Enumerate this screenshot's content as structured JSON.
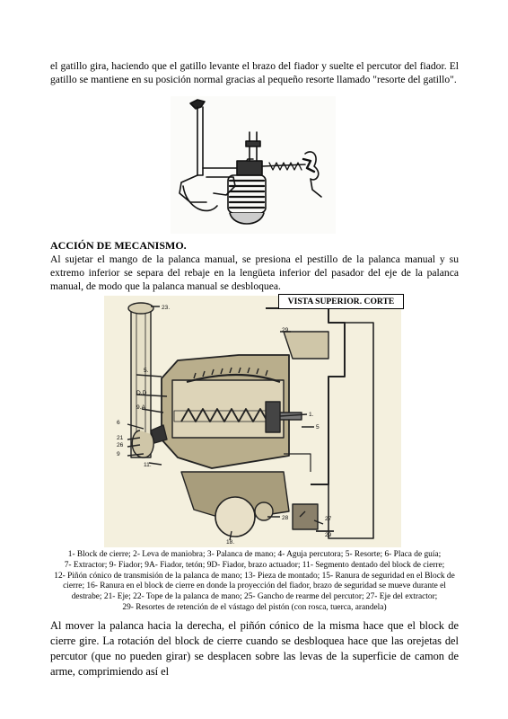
{
  "paragraphs": {
    "top": "el gatillo gira, haciendo que el gatillo levante el brazo del fiador y suelte el percutor del fiador. El gatillo se mantiene en su posición normal gracias al pequeño resorte llamado \"resorte del gatillo\".",
    "mechanism_heading": "ACCIÓN DE MECANISMO.",
    "mechanism": "Al sujetar el mango de la palanca manual, se presiona el pestillo de la palanca manual y su extremo inferior se separa del rebaje en la lengüeta inferior del pasador del eje de la palanca manual, de modo que la palanca manual se desbloquea.",
    "bottom": "Al mover la palanca hacia la derecha, el piñón cónico de la misma hace que el block de cierre gire. La rotación del block de cierre cuando se desbloquea hace que las orejetas del percutor (que no pueden girar) se desplacen sobre las levas de la superficie de camon de arme, comprimiendo así el"
  },
  "figure2": {
    "box_label": "VISTA SUPERIOR. CORTE",
    "callouts": {
      "c23": "23.",
      "c29a": "29",
      "c5": "5.",
      "cDD": "D.D",
      "c9A": "9.A",
      "c6": "6",
      "c21": "21",
      "c26": "26",
      "c9": "9",
      "c11": "11.",
      "c1": "1.",
      "c5b": "5",
      "c28": "28",
      "c27": "27",
      "c18": "18.",
      "c29b": "29"
    }
  },
  "caption_lines": [
    "1- Block de cierre; 2- Leva de maniobra; 3- Palanca de mano; 4- Aguja percutora; 5- Resorte; 6- Placa de guía;",
    "7- Extractor; 9- Fiador; 9A- Fiador, tetón; 9D- Fiador, brazo actuador; 11- Segmento dentado del block de cierre;",
    "12- Piñón cónico de transmisión de la palanca de mano; 13- Pieza de montado; 15- Ranura de seguridad en el Block de",
    "cierre; 16- Ranura en el block de cierre en donde la proyección del fiador, brazo de seguridad se mueve durante el",
    "destrabe; 21- Eje; 22- Tope de la palanca de mano; 25- Gancho de rearme del percutor; 27- Eje del extractor;",
    "29- Resortes de retención de el vástago del pistón (con rosca, tuerca, arandela)"
  ]
}
